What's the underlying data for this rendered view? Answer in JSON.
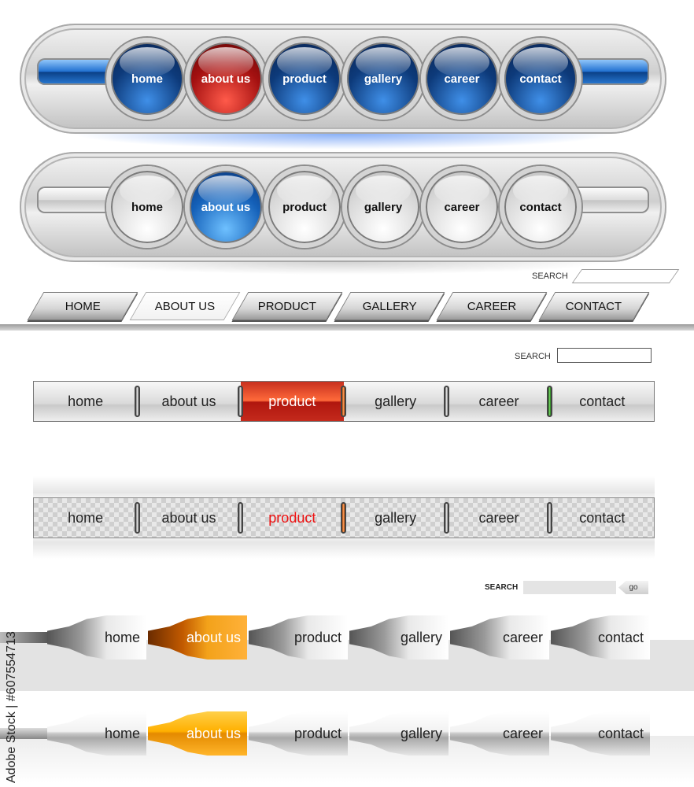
{
  "nav1": {
    "items": [
      {
        "label": "home",
        "state": "normal"
      },
      {
        "label": "about us",
        "state": "active"
      },
      {
        "label": "product",
        "state": "normal"
      },
      {
        "label": "gallery",
        "state": "normal"
      },
      {
        "label": "career",
        "state": "normal"
      },
      {
        "label": "contact",
        "state": "normal"
      }
    ],
    "colors": {
      "orb": "#0d3a7a",
      "active": "#a31010",
      "glow": "#2e6ef0"
    }
  },
  "nav2": {
    "items": [
      {
        "label": "home",
        "state": "normal"
      },
      {
        "label": "about us",
        "state": "active"
      },
      {
        "label": "product",
        "state": "normal"
      },
      {
        "label": "gallery",
        "state": "normal"
      },
      {
        "label": "career",
        "state": "normal"
      },
      {
        "label": "contact",
        "state": "normal"
      }
    ],
    "colors": {
      "orb": "#d8d8d8",
      "active": "#1460b8"
    }
  },
  "nav3": {
    "search_label": "SEARCH",
    "items": [
      {
        "label": "HOME",
        "state": "normal"
      },
      {
        "label": "ABOUT US",
        "state": "active"
      },
      {
        "label": "PRODUCT",
        "state": "normal"
      },
      {
        "label": "GALLERY",
        "state": "normal"
      },
      {
        "label": "CAREER",
        "state": "normal"
      },
      {
        "label": "CONTACT",
        "state": "normal"
      }
    ]
  },
  "nav4": {
    "search_label": "SEARCH",
    "items": [
      {
        "label": "home",
        "state": "normal"
      },
      {
        "label": "about us",
        "state": "normal"
      },
      {
        "label": "product",
        "state": "active"
      },
      {
        "label": "gallery",
        "state": "normal"
      },
      {
        "label": "career",
        "state": "normal"
      },
      {
        "label": "contact",
        "state": "normal"
      }
    ],
    "colors": {
      "active": "#c8301f",
      "separator_orange": "#ff8a3a",
      "separator_green": "#3fbf2a"
    }
  },
  "nav5": {
    "items": [
      {
        "label": "home",
        "state": "normal"
      },
      {
        "label": "about us",
        "state": "normal"
      },
      {
        "label": "product",
        "state": "active"
      },
      {
        "label": "gallery",
        "state": "normal"
      },
      {
        "label": "career",
        "state": "normal"
      },
      {
        "label": "contact",
        "state": "normal"
      }
    ],
    "colors": {
      "active_text": "#ee1111"
    }
  },
  "nav6": {
    "search_label": "SEARCH",
    "go_label": "go",
    "items": [
      {
        "label": "home",
        "state": "normal"
      },
      {
        "label": "about us",
        "state": "active"
      },
      {
        "label": "product",
        "state": "normal"
      },
      {
        "label": "gallery",
        "state": "normal"
      },
      {
        "label": "career",
        "state": "normal"
      },
      {
        "label": "contact",
        "state": "normal"
      }
    ],
    "colors": {
      "active": "#e48a00"
    }
  },
  "nav7": {
    "items": [
      {
        "label": "home",
        "state": "normal"
      },
      {
        "label": "about us",
        "state": "active"
      },
      {
        "label": "product",
        "state": "normal"
      },
      {
        "label": "gallery",
        "state": "normal"
      },
      {
        "label": "career",
        "state": "normal"
      },
      {
        "label": "contact",
        "state": "normal"
      }
    ],
    "colors": {
      "active": "#ffb000"
    }
  },
  "watermark": {
    "side_text": "Adobe Stock | #607554713"
  }
}
